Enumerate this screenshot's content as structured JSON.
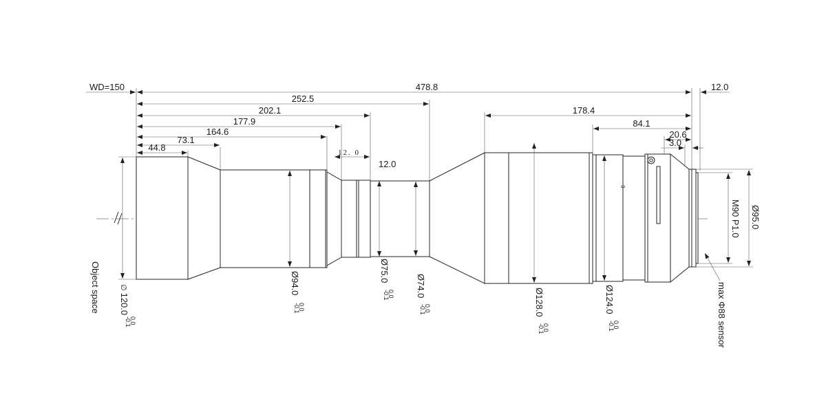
{
  "labels": {
    "working_distance": "WD=150",
    "object_space": "Object space",
    "sensor": "max Φ88 sensor",
    "thread": "M90 P1.0"
  },
  "length_dims": {
    "total": "478.8",
    "d252": "252.5",
    "d202": "202.1",
    "d177": "177.9",
    "d164": "164.6",
    "d73": "73.1",
    "d44": "44.8",
    "d12_small": "12. 0",
    "d12_mid": "12.0",
    "d12_right": "12.0",
    "d178": "178.4",
    "d84": "84.1",
    "d20": "20.6",
    "d3": "3.0"
  },
  "diameter_dims": {
    "d120": "Ø120.0",
    "d120_sym": "∅",
    "d120_val": "120.0",
    "d94": "Ø94.0",
    "d75": "Ø75.0",
    "d74": "Ø74.0",
    "d128": "Ø128.0",
    "d124": "Ø124.0",
    "d95": "Ø95.0"
  },
  "tolerance": {
    "upper": "0.0",
    "lower": "-0.1"
  }
}
